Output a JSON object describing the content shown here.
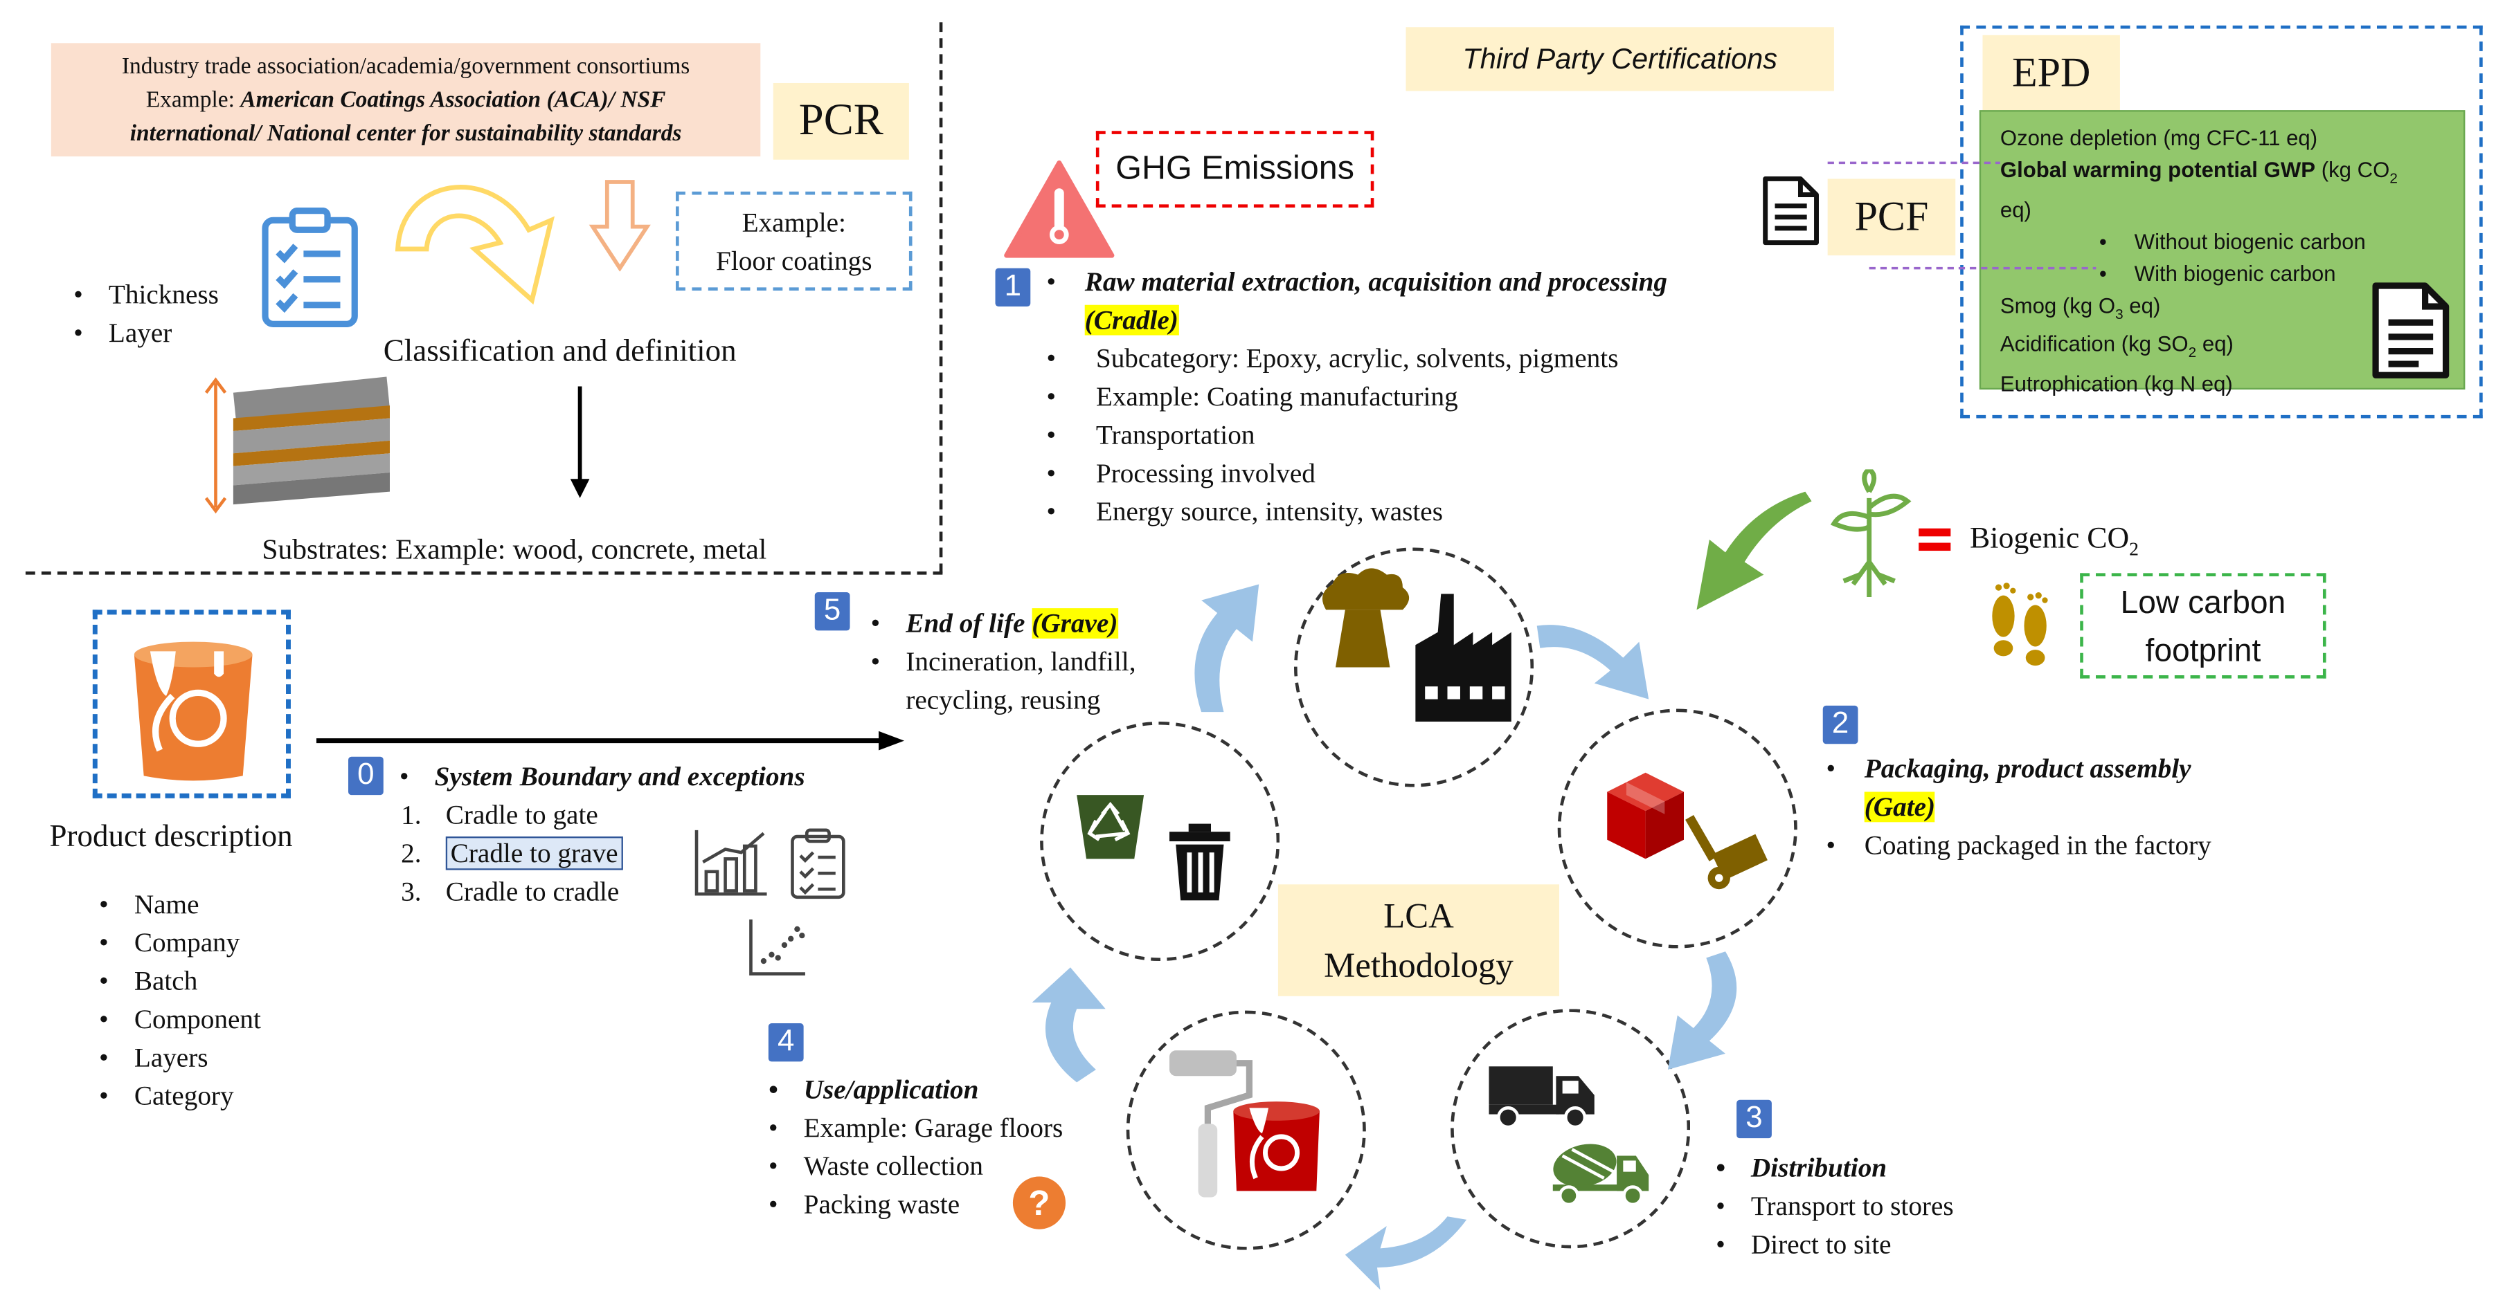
{
  "pcr": {
    "consortium_line1": "Industry trade association/academia/government consortiums",
    "consortium_line2_prefix": "Example: ",
    "consortium_line2_bold": "American Coatings Association (ACA)/ NSF",
    "consortium_line3_bold": "international/ National center for sustainability standards",
    "label": "PCR",
    "example_line1": "Example:",
    "example_line2": "Floor coatings",
    "bullets": [
      "Thickness",
      "Layer"
    ],
    "classification": "Classification and definition",
    "substrates": "Substrates:  Example: wood, concrete, metal"
  },
  "product": {
    "title": "Product description",
    "items": [
      "Name",
      "Company",
      "Batch",
      "Component",
      "Layers",
      "Category"
    ]
  },
  "boundary": {
    "badge": "0",
    "title": "System Boundary and exceptions",
    "items": [
      {
        "num": "1.",
        "text": "Cradle to gate"
      },
      {
        "num": "2.",
        "text": "Cradle to grave"
      },
      {
        "num": "3.",
        "text": "Cradle to cradle"
      }
    ]
  },
  "center": {
    "line1": "LCA",
    "line2": "Methodology"
  },
  "third_party": "Third Party Certifications",
  "ghg": "GHG Emissions",
  "stage1": {
    "badge": "1",
    "title": "Raw material extraction, acquisition and processing",
    "tag": "(Cradle)",
    "items": [
      "Subcategory: Epoxy, acrylic,  solvents, pigments",
      "Example: Coating manufacturing",
      "Transportation",
      "Processing involved",
      "Energy source, intensity, wastes"
    ]
  },
  "stage2": {
    "badge": "2",
    "title": "Packaging, product assembly",
    "tag": "(Gate)",
    "items": [
      "Coating packaged in the factory"
    ]
  },
  "stage3": {
    "badge": "3",
    "title": "Distribution",
    "items": [
      "Transport to stores",
      "Direct to site"
    ]
  },
  "stage4": {
    "badge": "4",
    "title": "Use/application",
    "items": [
      "Example: Garage floors",
      "Waste collection",
      "Packing waste"
    ],
    "question": "?"
  },
  "stage5": {
    "badge": "5",
    "title": "End of life",
    "tag": "(Grave)",
    "line2": "Incineration, landfill,",
    "line3": "recycling,  reusing"
  },
  "epd": {
    "label": "EPD",
    "ozone": "Ozone depletion (mg CFC-11 eq)",
    "gwp_bold": "Global warming potential GWP",
    "gwp_unit": " (kg CO",
    "gwp_sub": "2",
    "gwp_end": "eq)",
    "sub_items": [
      "Without biogenic carbon",
      "With biogenic carbon"
    ],
    "smog_pre": "Smog (kg O",
    "smog_sub": "3",
    "smog_post": " eq)",
    "acid_pre": "Acidification (kg SO",
    "acid_sub": "2",
    "acid_post": " eq)",
    "eutro": "Eutrophication (kg N eq)"
  },
  "pcf": {
    "label": "PCF"
  },
  "biogenic": {
    "prefix": "Biogenic  CO",
    "sub": "2"
  },
  "low_carbon": {
    "line1": "Low carbon",
    "line2": "footprint"
  },
  "colors": {
    "badge": "#4472c4",
    "epd_green": "#92c76c",
    "pcr_peach": "#fbe0cf",
    "label_yellow": "#fff2cc",
    "arrow_blue": "#9dc3e6",
    "arrow_green": "#70ad47",
    "orange": "#ed7d31"
  }
}
